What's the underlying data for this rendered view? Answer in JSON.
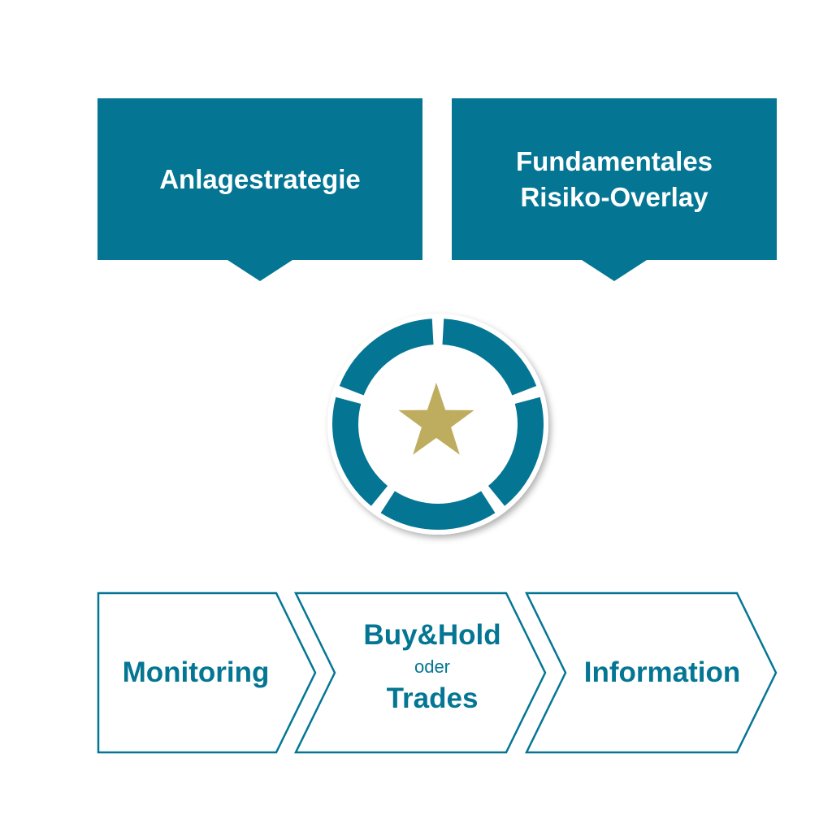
{
  "top_boxes": [
    {
      "label": "Anlagestrategie"
    },
    {
      "line1": "Fundamentales",
      "line2": "Risiko-Overlay"
    }
  ],
  "center": {
    "icon": "star-icon",
    "ring_segments": 5
  },
  "process": [
    {
      "label": "Monitoring"
    },
    {
      "line1": "Buy&Hold",
      "connector": "oder",
      "line2": "Trades"
    },
    {
      "label": "Information"
    }
  ],
  "colors": {
    "primary": "#047694",
    "gold": "#BFAD5F"
  }
}
